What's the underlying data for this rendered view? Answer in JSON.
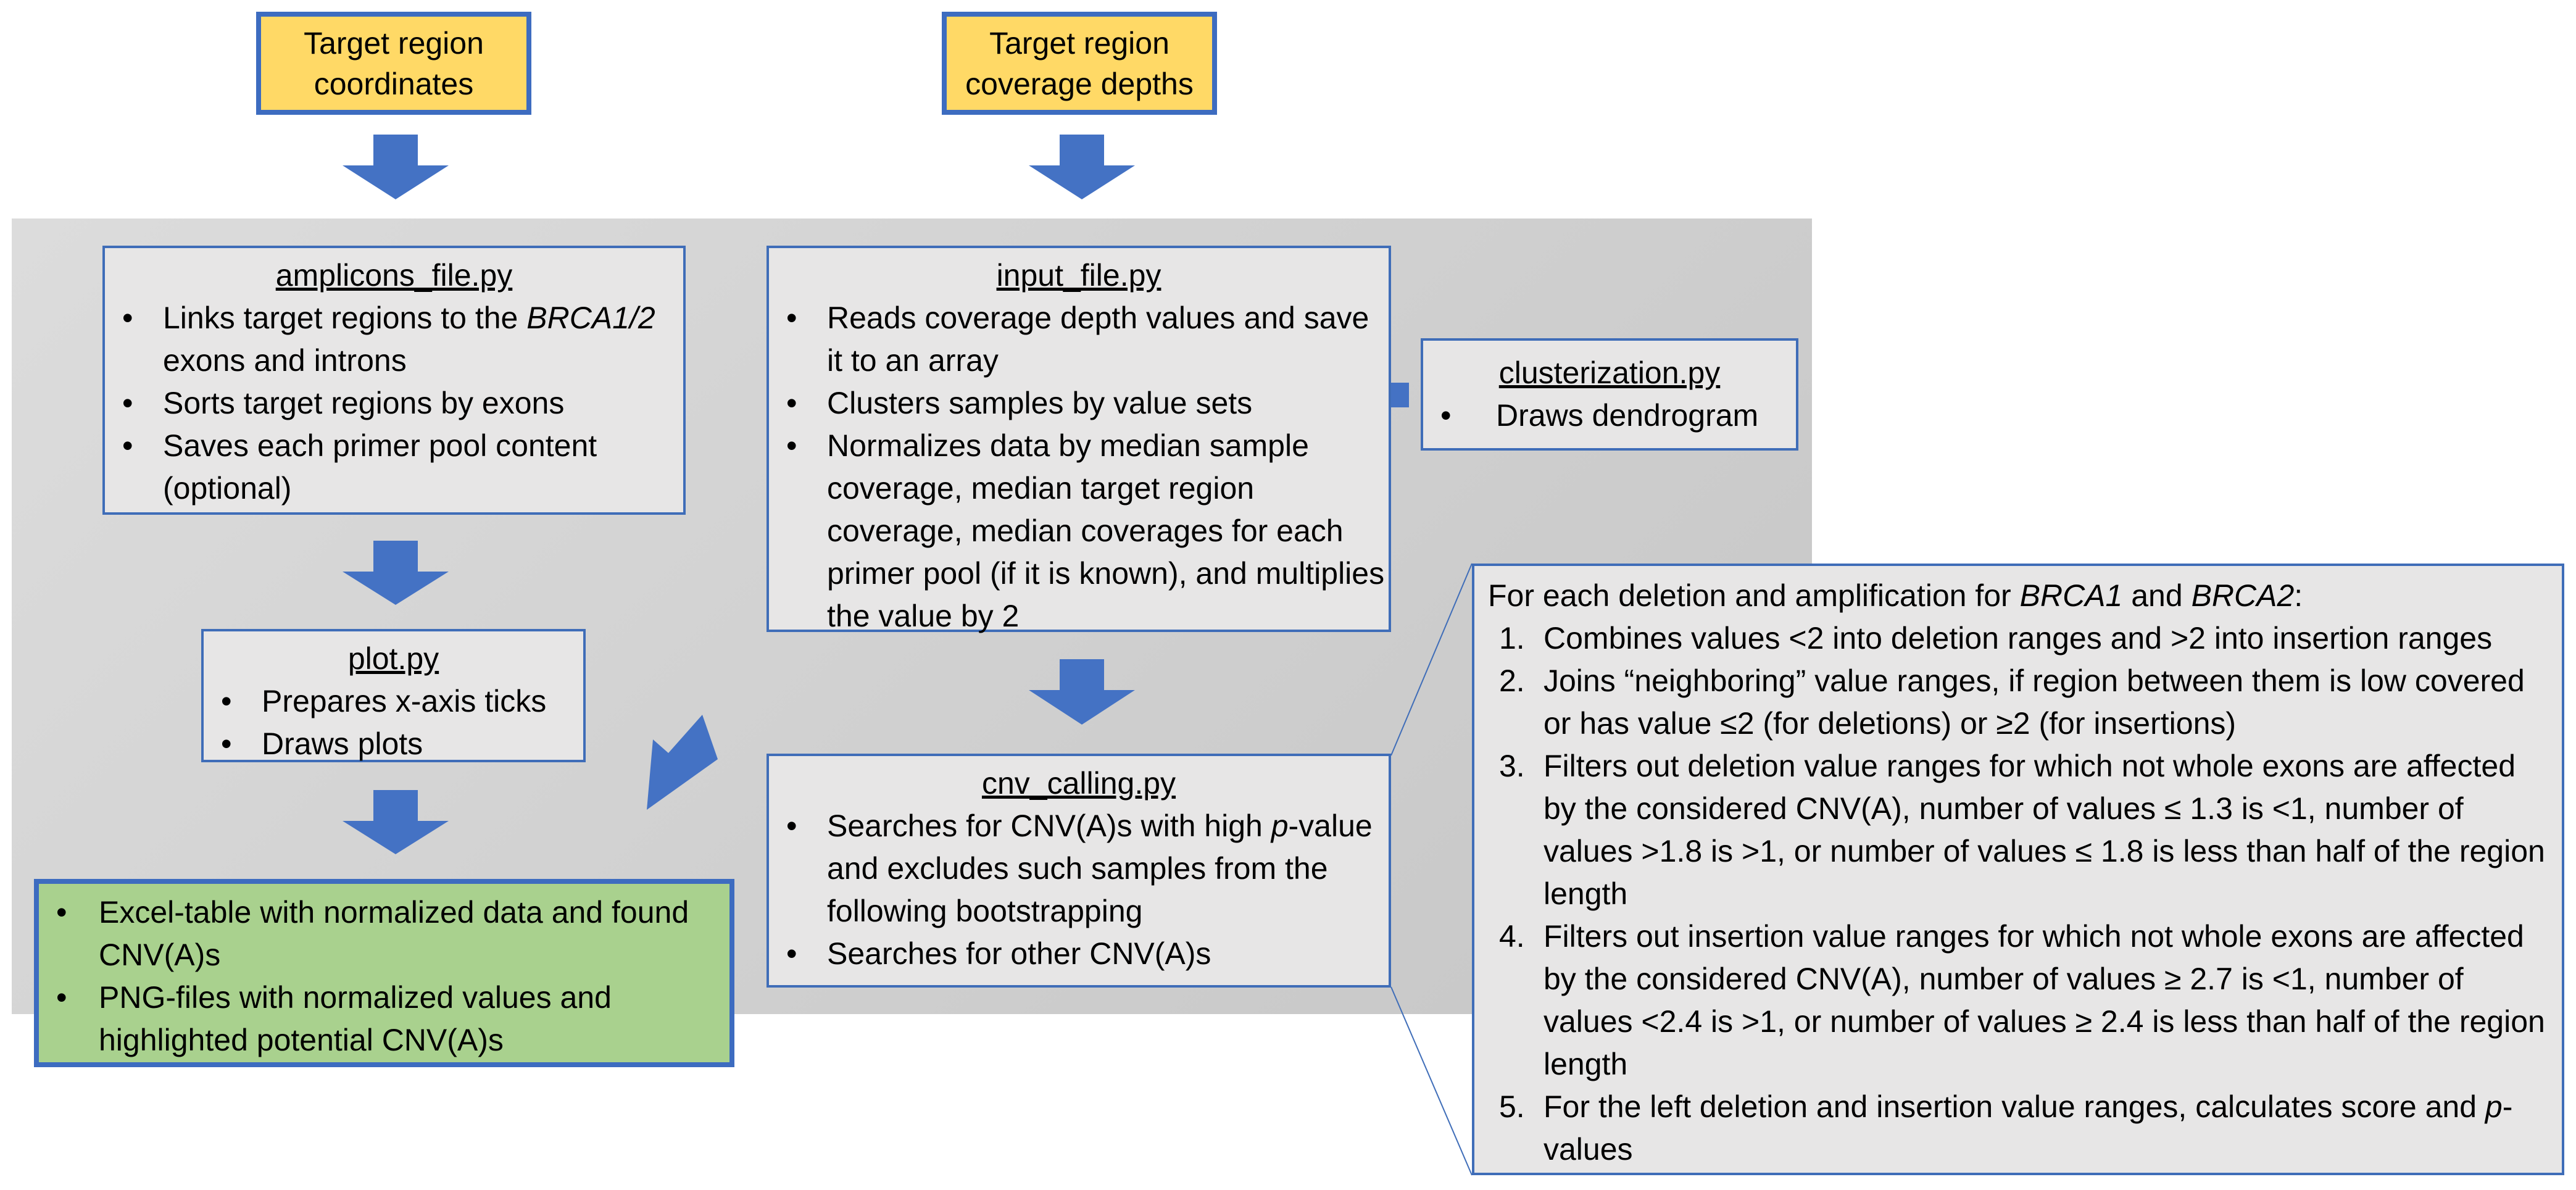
{
  "inputs": {
    "coordinates": [
      "Target region",
      "coordinates"
    ],
    "depths": [
      "Target region",
      "coverage depths"
    ]
  },
  "amplicons": {
    "title": "amplicons_file.py",
    "items": [
      {
        "pre": "Links target regions to the ",
        "em": "BRCA1/2",
        "post": " exons and introns"
      },
      {
        "text": "Sorts target regions by exons"
      },
      {
        "text": "Saves each primer pool content (optional)"
      }
    ]
  },
  "input_file": {
    "title": "input_file.py",
    "items": [
      "Reads coverage depth values and save it to an array",
      "Clusters samples by value sets",
      "Normalizes data by median sample coverage, median target region coverage, median coverages for each primer pool (if it is known), and multiplies the value by 2"
    ]
  },
  "clusterization": {
    "title": "clusterization.py",
    "items": [
      "Draws dendrogram"
    ]
  },
  "plot": {
    "title": "plot.py",
    "items": [
      "Prepares x-axis ticks",
      "Draws plots"
    ]
  },
  "cnv_calling": {
    "title": "cnv_calling.py",
    "items": [
      {
        "pre": "Searches for CNV(A)s with high ",
        "em": "p",
        "post": "-value and excludes such samples from the following bootstrapping"
      },
      {
        "text": "Searches for other CNV(A)s"
      }
    ]
  },
  "output": {
    "items": [
      "Excel-table with normalized data and found CNV(A)s",
      "PNG-files with normalized values and highlighted potential CNV(A)s"
    ]
  },
  "details": {
    "intro": {
      "pre": "For each deletion and amplification for ",
      "em1": "BRCA1",
      "mid": " and ",
      "em2": "BRCA2",
      "post": ":"
    },
    "steps": [
      {
        "num": "1.",
        "text": "Combines values <2 into deletion ranges and >2 into insertion ranges"
      },
      {
        "num": "2.",
        "text": "Joins “neighboring” value ranges, if region between  them is low covered or has value ≤2 (for deletions) or ≥2 (for insertions)"
      },
      {
        "num": "3.",
        "text": "Filters out deletion value ranges for which not whole exons are affected by the considered CNV(A), number of values ≤ 1.3 is <1, number of values >1.8 is >1, or number of values ≤ 1.8 is less than half of the region length"
      },
      {
        "num": "4.",
        "text": "Filters out insertion value ranges for which not whole exons are affected by the considered CNV(A), number of values ≥ 2.7 is <1, number of values <2.4 is >1, or number of values ≥ 2.4 is less than half of the region length"
      },
      {
        "num": "5.",
        "pre": "For the left deletion and insertion value ranges, calculates score and ",
        "em": "p",
        "post": "-values"
      }
    ]
  },
  "colors": {
    "arrow": "#4472c4",
    "yellow": "#ffd966",
    "green": "#a9d18e",
    "box": "#e7e6e6",
    "panel": "#c9c9c9"
  }
}
